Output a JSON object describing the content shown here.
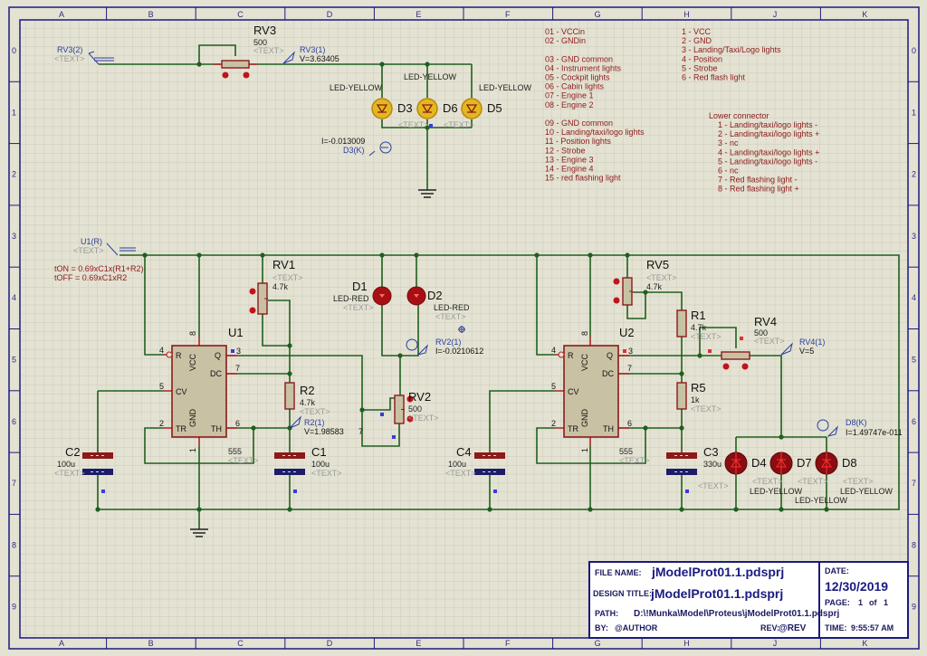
{
  "sheet": {
    "columns": [
      "A",
      "B",
      "C",
      "D",
      "E",
      "F",
      "G",
      "H",
      "J",
      "K"
    ],
    "rows": [
      "0",
      "1",
      "2",
      "3",
      "4",
      "5",
      "6",
      "7",
      "8",
      "9"
    ],
    "colors": {
      "wire": "#1f5f1f",
      "component": "#8b1a1a",
      "probe": "#2a3fa0",
      "background": "#e4e2d2",
      "border": "#1a1a80"
    }
  },
  "components": {
    "RV3": {
      "ref": "RV3",
      "value": "500",
      "text": "<TEXT>"
    },
    "D3": {
      "ref": "D3",
      "value": "LED-YELLOW"
    },
    "D6": {
      "ref": "D6",
      "value": "LED-YELLOW"
    },
    "D5": {
      "ref": "D5",
      "value": "LED-YELLOW"
    },
    "D345_text": "<TEXT>",
    "RV1": {
      "ref": "RV1",
      "value": "4.7k",
      "text": "<TEXT>"
    },
    "U1": {
      "ref": "U1",
      "value": "555",
      "text": "<TEXT>"
    },
    "R2": {
      "ref": "R2",
      "value": "4.7k",
      "text": "<TEXT>"
    },
    "C1": {
      "ref": "C1",
      "value": "100u",
      "text": "<TEXT>"
    },
    "C2": {
      "ref": "C2",
      "value": "100u",
      "text": "<TEXT>"
    },
    "D1": {
      "ref": "D1",
      "value": "LED-RED",
      "text": "<TEXT>"
    },
    "D2": {
      "ref": "D2",
      "value": "LED-RED",
      "text": "<TEXT>"
    },
    "RV2": {
      "ref": "RV2",
      "value": "500",
      "text": "<TEXT>"
    },
    "C4": {
      "ref": "C4",
      "value": "100u",
      "text": "<TEXT>"
    },
    "U2": {
      "ref": "U2",
      "value": "555",
      "text": "<TEXT>"
    },
    "RV5": {
      "ref": "RV5",
      "value": "4.7k",
      "text": "<TEXT>"
    },
    "R1": {
      "ref": "R1",
      "value": "4.7k",
      "text": "<TEXT>"
    },
    "R5": {
      "ref": "R5",
      "value": "1k",
      "text": "<TEXT>"
    },
    "C3": {
      "ref": "C3",
      "value": "330u",
      "text": "<TEXT>"
    },
    "RV4": {
      "ref": "RV4",
      "value": "500",
      "text": "<TEXT>"
    },
    "D4": {
      "ref": "D4",
      "value": "LED-YELLOW",
      "text": "<TEXT>"
    },
    "D7": {
      "ref": "D7",
      "value": "LED-YELLOW",
      "text": "<TEXT>"
    },
    "D8": {
      "ref": "D8",
      "value": "LED-YELLOW",
      "text": "<TEXT>"
    }
  },
  "chip_pins": {
    "R": "R",
    "VCC": "VCC",
    "Q": "Q",
    "DC": "DC",
    "CV": "CV",
    "TR": "TR",
    "GND": "GND",
    "TH": "TH",
    "n4": "4",
    "n8": "8",
    "n3": "3",
    "n7": "7",
    "n5": "5",
    "n2": "2",
    "n6": "6",
    "n1": "1"
  },
  "probes": {
    "rv3_2": {
      "name": "RV3(2)",
      "text": "<TEXT>"
    },
    "rv3_1": {
      "name": "RV3(1)",
      "reading": "V=3.63405"
    },
    "d3k": {
      "name": "D3(K)",
      "reading": "I=-0.013009"
    },
    "u1r": {
      "name": "U1(R)",
      "text": "<TEXT>"
    },
    "rv2_1": {
      "name": "RV2(1)",
      "reading": "I=-0.0210612"
    },
    "r2_1": {
      "name": "R2(1)",
      "reading": "V=1.98583",
      "extra": "7"
    },
    "rv4_1": {
      "name": "RV4(1)",
      "reading": "V=5"
    },
    "d8k": {
      "name": "D8(K)",
      "reading": "I=1.49747e-011"
    }
  },
  "formulas": [
    "tON  = 0.69xC1x(R1+R2)",
    "tOFF  = 0.69xC1xR2"
  ],
  "notes": {
    "left": [
      "01 - VCCin",
      "02 - GNDin",
      "",
      "03 - GND common",
      "04 - Instrument lights",
      "05 - Cockpit lights",
      "06 - Cabin lights",
      "07 - Engine 1",
      "08 - Engine 2",
      "",
      "09 - GND common",
      "10 - Landing/taxi/logo lights",
      "11 - Position lights",
      "12 - Strobe",
      "13 - Engine 3",
      "14 - Engine 4",
      "15 - red flashing light"
    ],
    "right": [
      "1 - VCC",
      "2 - GND",
      "3 - Landing/Taxi/Logo lights",
      "4 - Position",
      "5 - Strobe",
      "6 - Red flash light"
    ],
    "lower_title": "Lower connector",
    "lower": [
      "1 - Landing/taxi/logo lights -",
      "2 - Landing/taxi/logo lights +",
      "3 - nc",
      "4 - Landing/taxi/logo lights +",
      "5 - Landing/taxi/logo lights -",
      "6 - nc",
      "7 - Red flashing light -",
      "8 - Red flashing light +"
    ]
  },
  "title_block": {
    "file_name_label": "FILE NAME:",
    "file_name": "jModelProt01.1.pdsprj",
    "design_title_label": "DESIGN TITLE:",
    "design_title": "jModelProt01.1.pdsprj",
    "path_label": "PATH:",
    "path": "D:\\!Munka\\Model\\Proteus\\jModelProt01.1.pdsprj",
    "by_label": "BY:",
    "by": "@AUTHOR",
    "rev_label": "REV:",
    "rev": "@REV",
    "date_label": "DATE:",
    "date": "12/30/2019",
    "page_label": "PAGE:",
    "page": "1",
    "of": "of",
    "pages": "1",
    "time_label": "TIME:",
    "time": "9:55:57 AM"
  }
}
